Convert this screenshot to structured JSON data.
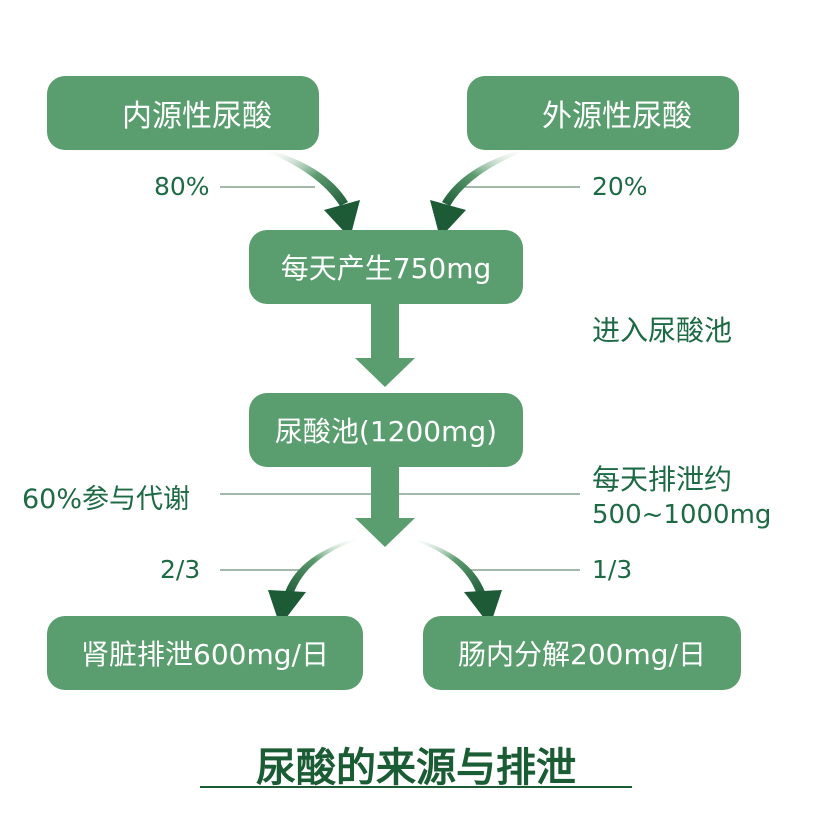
{
  "diagram": {
    "boxes": {
      "endogenous": "内源性尿酸",
      "exogenous": "外源性尿酸",
      "daily_production": "每天产生750mg",
      "urate_pool": "尿酸池(1200mg)",
      "kidney_excretion": "肾脏排泄600mg/日",
      "intestinal_breakdown": "肠内分解200mg/日"
    },
    "labels": {
      "endogenous_share": "80%",
      "exogenous_share": "20%",
      "enter_pool": "进入尿酸池",
      "metabolism": "60%参与代谢",
      "daily_excretion_line1": "每天排泄约",
      "daily_excretion_line2": "500~1000mg",
      "kidney_fraction": "2/3",
      "intestine_fraction": "1/3"
    },
    "title": "尿酸的来源与排泄"
  },
  "colors": {
    "box_fill": "#5a9e6f",
    "box_text": "#ffffff",
    "label_text": "#1e6a45",
    "arrow_dark": "#1d5a36",
    "title": "#1a5c33"
  }
}
